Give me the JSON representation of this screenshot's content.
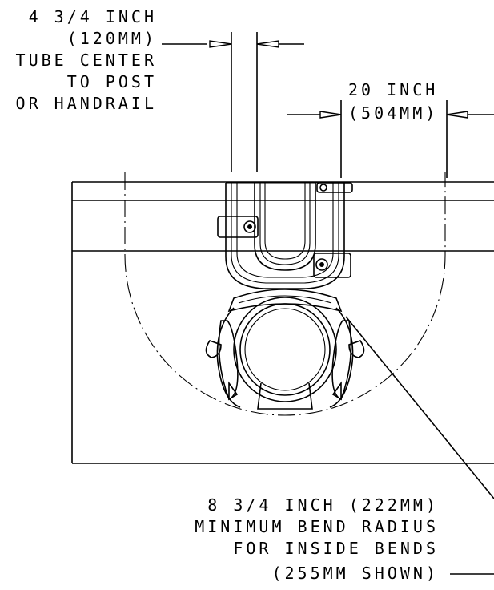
{
  "annotations": {
    "tube_center": {
      "lines": [
        "4 3/4 INCH",
        "(120MM)",
        "TUBE CENTER",
        "TO POST",
        "OR HANDRAIL"
      ]
    },
    "span_dimension": {
      "lines": [
        "20 INCH",
        "(504MM)"
      ]
    },
    "bend_radius": {
      "lines": [
        "8 3/4 INCH (222MM)",
        "MINIMUM BEND RADIUS",
        "FOR INSIDE BENDS",
        "(255MM SHOWN)"
      ]
    }
  },
  "colors": {
    "ink": "#000000",
    "paper": "#ffffff"
  }
}
